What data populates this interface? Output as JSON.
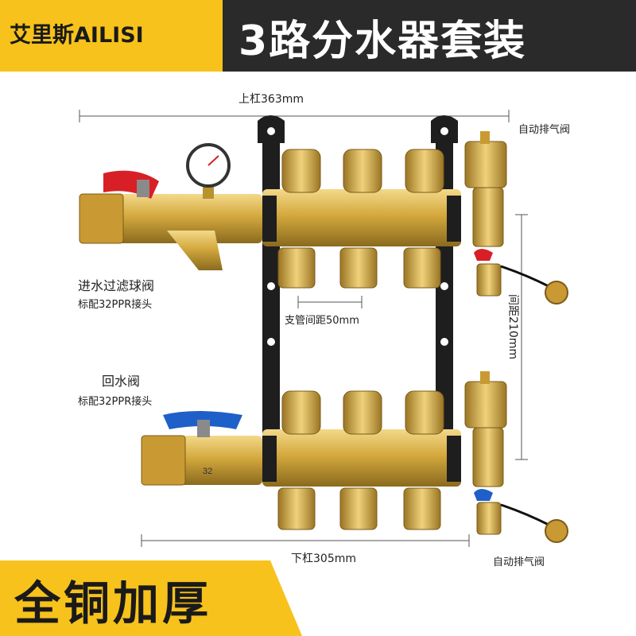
{
  "header": {
    "brand": "艾里斯AILISI",
    "title": "3路分水器套装"
  },
  "dimensions": {
    "top_bar": "上杠363mm",
    "bottom_bar": "下杠305mm",
    "branch_spacing": "支管间距50mm",
    "row_spacing": "间距210mm"
  },
  "labels": {
    "auto_vent_top": "自动排气阀",
    "auto_vent_bottom": "自动排气阀",
    "inlet_valve": "进水过滤球阀",
    "inlet_fitting": "标配32PPR接头",
    "return_valve": "回水阀",
    "return_fitting": "标配32PPR接头",
    "valve_marking": "32"
  },
  "footer": {
    "slogan": "全铜加厚"
  },
  "colors": {
    "accent_yellow": "#f7c21b",
    "header_dark": "#2a2a2a",
    "brass": "#d9b24a",
    "red_handle": "#d81f26",
    "blue_handle": "#1f5fc9"
  }
}
